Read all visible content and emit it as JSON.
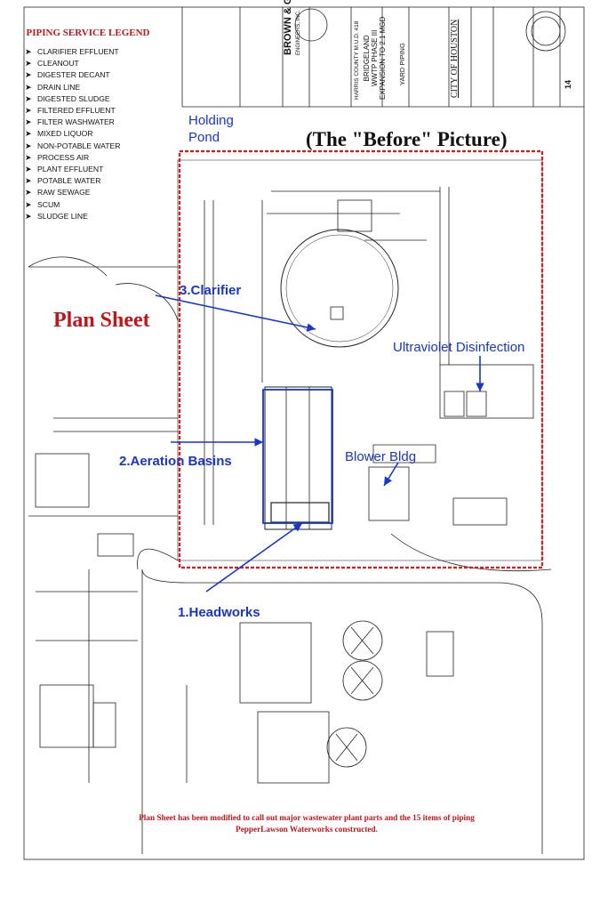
{
  "legend": {
    "title": "PIPING SERVICE LEGEND",
    "items": [
      "CLARIFIER EFFLUENT",
      "CLEANOUT",
      "DIGESTER DECANT",
      "DRAIN LINE",
      "DIGESTED SLUDGE",
      "FILTERED EFFLUENT",
      "FILTER WASHWATER",
      "MIXED LIQUOR",
      "NON-POTABLE WATER",
      "PROCESS AIR",
      "PLANT EFFLUENT",
      "POTABLE WATER",
      "RAW SEWAGE",
      "SCUM",
      "SLUDGE LINE"
    ]
  },
  "callouts": {
    "holding_pond": "Holding Pond",
    "before_picture": "(The \"Before\" Picture)",
    "plan_sheet": "Plan Sheet",
    "clarifier": "3.Clarifier",
    "uv": "Ultraviolet Disinfection",
    "aeration": "2.Aeration Basins",
    "blower": "Blower Bldg",
    "headworks": "1.Headworks"
  },
  "title_block": {
    "firm": "BROWN & GAY",
    "firm_sub": "ENGINEERS, INC.",
    "district": "HARRIS COUNTY M.U.D. 418",
    "project_line1": "BRIDGELAND",
    "project_line2": "WWTP PHASE III",
    "project_line3": "EXPANSION TO 2.1 MGD",
    "sheet_title": "YARD PIPING",
    "city": "CITY OF HOUSTON",
    "sheet_no": "14"
  },
  "footer": {
    "line1": "Plan Sheet has been modified to call out major wastewater plant parts and the 15 items of piping",
    "line2": "PepperLawson Waterworks constructed."
  },
  "colors": {
    "callout_blue": "#1a35c9",
    "plan_red": "#c0151b",
    "dashed_box": "#e01a1a",
    "linework": "#222222"
  }
}
